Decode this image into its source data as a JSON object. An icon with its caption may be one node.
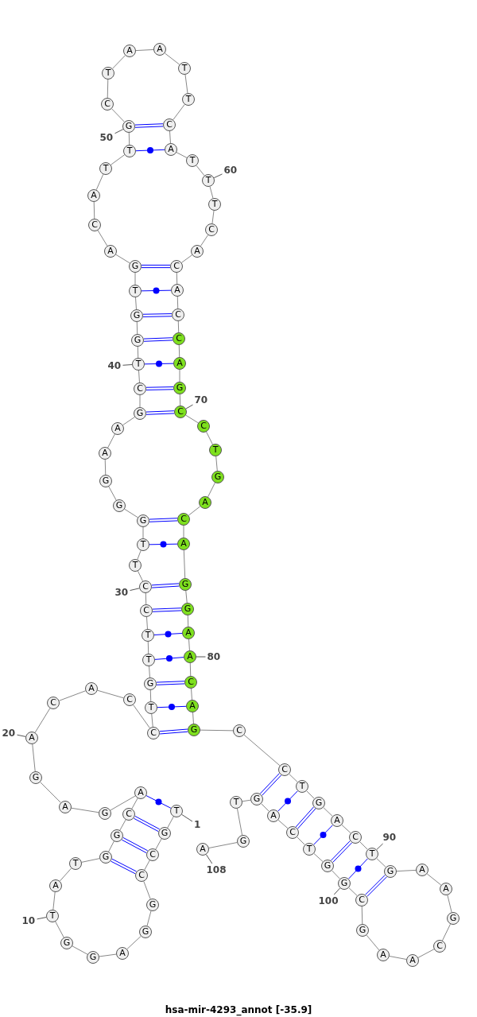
{
  "diagram": {
    "caption": "hsa-mir-4293_annot [-35.9]",
    "nodes": [
      {
        "text": [
          "T"
        ]
      },
      {
        "text": [
          "G"
        ]
      },
      {
        "text": [
          "C"
        ]
      },
      {
        "text": [
          "C"
        ]
      },
      {
        "text": [
          "G"
        ]
      },
      {
        "text": [
          "G"
        ]
      },
      {
        "text": [
          "A"
        ]
      },
      {
        "text": [
          "G"
        ]
      },
      {
        "text": [
          "G"
        ]
      },
      {
        "text": [
          "T"
        ]
      },
      {
        "text": [
          "A"
        ]
      },
      {
        "text": [
          "T"
        ]
      },
      {
        "text": [
          "G"
        ]
      },
      {
        "text": [
          "G"
        ]
      },
      {
        "text": [
          "C"
        ]
      },
      {
        "text": [
          "A"
        ]
      },
      {
        "text": [
          "G"
        ]
      },
      {
        "text": [
          "A"
        ]
      },
      {
        "text": [
          "G"
        ]
      },
      {
        "text": [
          "A"
        ]
      },
      {
        "text": [
          "C"
        ]
      },
      {
        "text": [
          "A"
        ]
      },
      {
        "text": [
          "C"
        ]
      },
      {
        "text": [
          "C"
        ]
      },
      {
        "text": [
          "T"
        ]
      },
      {
        "text": [
          "G"
        ]
      },
      {
        "text": [
          "T"
        ]
      },
      {
        "text": [
          "T"
        ]
      },
      {
        "text": [
          "C"
        ]
      },
      {
        "text": [
          "C"
        ]
      },
      {
        "text": [
          "T"
        ]
      },
      {
        "text": [
          "T"
        ]
      },
      {
        "text": [
          "G"
        ]
      },
      {
        "text": [
          "G"
        ]
      },
      {
        "text": [
          "G"
        ]
      },
      {
        "text": [
          "A"
        ]
      },
      {
        "text": [
          "A"
        ]
      },
      {
        "text": [
          "G"
        ]
      },
      {
        "text": [
          "C"
        ]
      },
      {
        "text": [
          "T"
        ]
      },
      {
        "text": [
          "G"
        ]
      },
      {
        "text": [
          "G"
        ]
      },
      {
        "text": [
          "T"
        ]
      },
      {
        "text": [
          "G"
        ]
      },
      {
        "text": [
          "A"
        ]
      },
      {
        "text": [
          "C"
        ]
      },
      {
        "text": [
          "A"
        ]
      },
      {
        "text": [
          "T"
        ]
      },
      {
        "text": [
          "T"
        ]
      },
      {
        "text": [
          "G"
        ]
      },
      {
        "text": [
          "C"
        ]
      },
      {
        "text": [
          "T"
        ]
      },
      {
        "text": [
          "A"
        ]
      },
      {
        "text": [
          "A"
        ]
      },
      {
        "text": [
          "T"
        ]
      },
      {
        "text": [
          "T"
        ]
      },
      {
        "text": [
          "C"
        ]
      },
      {
        "text": [
          "A"
        ]
      },
      {
        "text": [
          "T"
        ]
      },
      {
        "text": [
          "T"
        ]
      },
      {
        "text": [
          "T"
        ]
      },
      {
        "text": [
          "C"
        ]
      },
      {
        "text": [
          "A"
        ]
      },
      {
        "text": [
          "C"
        ]
      },
      {
        "text": [
          "A"
        ]
      },
      {
        "text": [
          "C"
        ]
      },
      {
        "text": [
          "C"
        ]
      },
      {
        "text": [
          "A"
        ]
      },
      {
        "text": [
          "G"
        ]
      },
      {
        "text": [
          "C"
        ]
      },
      {
        "text": [
          "C"
        ]
      },
      {
        "text": [
          "T"
        ]
      },
      {
        "text": [
          "G"
        ]
      },
      {
        "text": [
          "A"
        ]
      },
      {
        "text": [
          "C"
        ]
      },
      {
        "text": [
          "A"
        ]
      },
      {
        "text": [
          "G"
        ]
      },
      {
        "text": [
          "G"
        ]
      },
      {
        "text": [
          "A"
        ]
      },
      {
        "text": [
          "A"
        ]
      },
      {
        "text": [
          "C"
        ]
      },
      {
        "text": [
          "A"
        ]
      },
      {
        "text": [
          "G"
        ]
      },
      {
        "text": [
          "C"
        ]
      },
      {
        "text": [
          "C"
        ]
      },
      {
        "text": [
          "T"
        ]
      },
      {
        "text": [
          "G"
        ]
      },
      {
        "text": [
          "A"
        ]
      },
      {
        "text": [
          "C"
        ]
      },
      {
        "text": [
          "T"
        ]
      },
      {
        "text": [
          "G"
        ]
      },
      {
        "text": [
          "A"
        ]
      },
      {
        "text": [
          "A"
        ]
      },
      {
        "text": [
          "G"
        ]
      },
      {
        "text": [
          "C"
        ]
      },
      {
        "text": [
          "A"
        ]
      },
      {
        "text": [
          "A"
        ]
      },
      {
        "text": [
          "G"
        ]
      },
      {
        "text": [
          "C"
        ]
      },
      {
        "text": [
          "G"
        ]
      },
      {
        "text": [
          "G"
        ]
      },
      {
        "text": [
          "T"
        ]
      },
      {
        "text": [
          "C"
        ]
      },
      {
        "text": [
          "A"
        ]
      },
      {
        "text": [
          "G"
        ]
      },
      {
        "text": [
          "T"
        ]
      },
      {
        "text": [
          "G"
        ]
      },
      {
        "text": [
          "A"
        ]
      },
      {
        "text": [
          "1"
        ]
      },
      {
        "text": [
          "10"
        ]
      },
      {
        "text": [
          "20"
        ]
      },
      {
        "text": [
          "30"
        ]
      },
      {
        "text": [
          "40"
        ]
      },
      {
        "text": [
          "50"
        ]
      },
      {
        "text": [
          "60"
        ]
      },
      {
        "text": [
          "70"
        ]
      },
      {
        "text": [
          "80"
        ]
      },
      {
        "text": [
          "90"
        ]
      },
      {
        "text": [
          "100"
        ]
      },
      {
        "text": [
          "108"
        ]
      }
    ],
    "edges": [
      {
        "from": 0,
        "to": 1,
        "arrow": "none"
      },
      {
        "from": 1,
        "to": 2,
        "arrow": "none"
      },
      {
        "from": 2,
        "to": 3,
        "arrow": "none"
      },
      {
        "from": 3,
        "to": 4,
        "arrow": "none"
      },
      {
        "from": 4,
        "to": 5,
        "arrow": "none"
      },
      {
        "from": 5,
        "to": 6,
        "arrow": "none"
      },
      {
        "from": 6,
        "to": 7,
        "arrow": "none"
      },
      {
        "from": 7,
        "to": 8,
        "arrow": "none"
      },
      {
        "from": 8,
        "to": 9,
        "arrow": "none"
      },
      {
        "from": 9,
        "to": 10,
        "arrow": "none"
      },
      {
        "from": 10,
        "to": 11,
        "arrow": "none"
      },
      {
        "from": 11,
        "to": 12,
        "arrow": "none"
      },
      {
        "from": 12,
        "to": 13,
        "arrow": "none"
      },
      {
        "from": 13,
        "to": 14,
        "arrow": "none"
      },
      {
        "from": 14,
        "to": 15,
        "arrow": "none"
      },
      {
        "from": 15,
        "to": 16,
        "arrow": "none"
      },
      {
        "from": 16,
        "to": 17,
        "arrow": "none"
      },
      {
        "from": 17,
        "to": 18,
        "arrow": "none"
      },
      {
        "from": 18,
        "to": 19,
        "arrow": "none"
      },
      {
        "from": 19,
        "to": 20,
        "arrow": "none"
      },
      {
        "from": 20,
        "to": 21,
        "arrow": "none"
      },
      {
        "from": 21,
        "to": 22,
        "arrow": "none"
      },
      {
        "from": 22,
        "to": 23,
        "arrow": "none"
      },
      {
        "from": 23,
        "to": 24,
        "arrow": "none"
      },
      {
        "from": 24,
        "to": 25,
        "arrow": "none"
      },
      {
        "from": 25,
        "to": 26,
        "arrow": "none"
      },
      {
        "from": 26,
        "to": 27,
        "arrow": "none"
      },
      {
        "from": 27,
        "to": 28,
        "arrow": "none"
      },
      {
        "from": 28,
        "to": 29,
        "arrow": "none"
      },
      {
        "from": 29,
        "to": 30,
        "arrow": "none"
      },
      {
        "from": 30,
        "to": 31,
        "arrow": "none"
      },
      {
        "from": 31,
        "to": 32,
        "arrow": "none"
      },
      {
        "from": 32,
        "to": 33,
        "arrow": "none"
      },
      {
        "from": 33,
        "to": 34,
        "arrow": "none"
      },
      {
        "from": 34,
        "to": 35,
        "arrow": "none"
      },
      {
        "from": 35,
        "to": 36,
        "arrow": "none"
      },
      {
        "from": 36,
        "to": 37,
        "arrow": "none"
      },
      {
        "from": 37,
        "to": 38,
        "arrow": "none"
      },
      {
        "from": 38,
        "to": 39,
        "arrow": "none"
      },
      {
        "from": 39,
        "to": 40,
        "arrow": "none"
      },
      {
        "from": 40,
        "to": 41,
        "arrow": "none"
      },
      {
        "from": 41,
        "to": 42,
        "arrow": "none"
      },
      {
        "from": 42,
        "to": 43,
        "arrow": "none"
      },
      {
        "from": 43,
        "to": 44,
        "arrow": "none"
      },
      {
        "from": 44,
        "to": 45,
        "arrow": "none"
      },
      {
        "from": 45,
        "to": 46,
        "arrow": "none"
      },
      {
        "from": 46,
        "to": 47,
        "arrow": "none"
      },
      {
        "from": 47,
        "to": 48,
        "arrow": "none"
      },
      {
        "from": 48,
        "to": 49,
        "arrow": "none"
      },
      {
        "from": 49,
        "to": 50,
        "arrow": "none"
      },
      {
        "from": 50,
        "to": 51,
        "arrow": "none"
      },
      {
        "from": 51,
        "to": 52,
        "arrow": "none"
      },
      {
        "from": 52,
        "to": 53,
        "arrow": "none"
      },
      {
        "from": 53,
        "to": 54,
        "arrow": "none"
      },
      {
        "from": 54,
        "to": 55,
        "arrow": "none"
      },
      {
        "from": 55,
        "to": 56,
        "arrow": "none"
      },
      {
        "from": 56,
        "to": 57,
        "arrow": "none"
      },
      {
        "from": 57,
        "to": 58,
        "arrow": "none"
      },
      {
        "from": 58,
        "to": 59,
        "arrow": "none"
      },
      {
        "from": 59,
        "to": 60,
        "arrow": "none"
      },
      {
        "from": 60,
        "to": 61,
        "arrow": "none"
      },
      {
        "from": 61,
        "to": 62,
        "arrow": "none"
      },
      {
        "from": 62,
        "to": 63,
        "arrow": "none"
      },
      {
        "from": 63,
        "to": 64,
        "arrow": "none"
      },
      {
        "from": 64,
        "to": 65,
        "arrow": "none"
      },
      {
        "from": 65,
        "to": 66,
        "arrow": "none"
      },
      {
        "from": 66,
        "to": 67,
        "arrow": "none"
      },
      {
        "from": 67,
        "to": 68,
        "arrow": "none"
      },
      {
        "from": 68,
        "to": 69,
        "arrow": "none"
      },
      {
        "from": 69,
        "to": 70,
        "arrow": "none"
      },
      {
        "from": 70,
        "to": 71,
        "arrow": "none"
      },
      {
        "from": 71,
        "to": 72,
        "arrow": "none"
      },
      {
        "from": 72,
        "to": 73,
        "arrow": "none"
      },
      {
        "from": 73,
        "to": 74,
        "arrow": "none"
      },
      {
        "from": 74,
        "to": 75,
        "arrow": "none"
      },
      {
        "from": 75,
        "to": 76,
        "arrow": "none"
      },
      {
        "from": 76,
        "to": 77,
        "arrow": "none"
      },
      {
        "from": 77,
        "to": 78,
        "arrow": "none"
      },
      {
        "from": 78,
        "to": 79,
        "arrow": "none"
      },
      {
        "from": 79,
        "to": 80,
        "arrow": "none"
      },
      {
        "from": 80,
        "to": 81,
        "arrow": "none"
      },
      {
        "from": 81,
        "to": 82,
        "arrow": "none"
      },
      {
        "from": 82,
        "to": 83,
        "arrow": "none"
      },
      {
        "from": 83,
        "to": 84,
        "arrow": "none"
      },
      {
        "from": 84,
        "to": 85,
        "arrow": "none"
      },
      {
        "from": 85,
        "to": 86,
        "arrow": "none"
      },
      {
        "from": 86,
        "to": 87,
        "arrow": "none"
      },
      {
        "from": 87,
        "to": 88,
        "arrow": "none"
      },
      {
        "from": 88,
        "to": 89,
        "arrow": "none"
      },
      {
        "from": 89,
        "to": 90,
        "arrow": "none"
      },
      {
        "from": 90,
        "to": 91,
        "arrow": "none"
      },
      {
        "from": 91,
        "to": 92,
        "arrow": "none"
      },
      {
        "from": 92,
        "to": 93,
        "arrow": "none"
      },
      {
        "from": 93,
        "to": 94,
        "arrow": "none"
      },
      {
        "from": 94,
        "to": 95,
        "arrow": "none"
      },
      {
        "from": 95,
        "to": 96,
        "arrow": "none"
      },
      {
        "from": 96,
        "to": 97,
        "arrow": "none"
      },
      {
        "from": 97,
        "to": 98,
        "arrow": "none"
      },
      {
        "from": 98,
        "to": 99,
        "arrow": "none"
      },
      {
        "from": 99,
        "to": 100,
        "arrow": "none"
      },
      {
        "from": 100,
        "to": 101,
        "arrow": "none"
      },
      {
        "from": 101,
        "to": 102,
        "arrow": "none"
      },
      {
        "from": 102,
        "to": 103,
        "arrow": "none"
      },
      {
        "from": 103,
        "to": 104,
        "arrow": "none"
      },
      {
        "from": 104,
        "to": 105,
        "arrow": "none"
      },
      {
        "from": 105,
        "to": 106,
        "arrow": "none"
      },
      {
        "from": 106,
        "to": 107,
        "arrow": "none"
      },
      {
        "from": 0,
        "to": 15,
        "arrow": "none",
        "color": "#0000ff"
      },
      {
        "from": 1,
        "to": 14,
        "arrow": "none",
        "color": "#0000ff"
      },
      {
        "from": 2,
        "to": 13,
        "arrow": "none",
        "color": "#0000ff"
      },
      {
        "from": 3,
        "to": 12,
        "arrow": "none",
        "color": "#0000ff"
      },
      {
        "from": 23,
        "to": 82,
        "arrow": "none",
        "color": "#0000ff"
      },
      {
        "from": 24,
        "to": 81,
        "arrow": "none",
        "color": "#0000ff"
      },
      {
        "from": 25,
        "to": 80,
        "arrow": "none",
        "color": "#0000ff"
      },
      {
        "from": 26,
        "to": 79,
        "arrow": "none",
        "color": "#0000ff"
      },
      {
        "from": 27,
        "to": 78,
        "arrow": "none",
        "color": "#0000ff"
      },
      {
        "from": 28,
        "to": 77,
        "arrow": "none",
        "color": "#0000ff"
      },
      {
        "from": 29,
        "to": 76,
        "arrow": "none",
        "color": "#0000ff"
      },
      {
        "from": 31,
        "to": 75,
        "arrow": "none",
        "color": "#0000ff"
      },
      {
        "from": 32,
        "to": 74,
        "arrow": "none",
        "color": "#0000ff"
      },
      {
        "from": 37,
        "to": 69,
        "arrow": "none",
        "color": "#0000ff"
      },
      {
        "from": 38,
        "to": 68,
        "arrow": "none",
        "color": "#0000ff"
      },
      {
        "from": 39,
        "to": 67,
        "arrow": "none",
        "color": "#0000ff"
      },
      {
        "from": 40,
        "to": 66,
        "arrow": "none",
        "color": "#0000ff"
      },
      {
        "from": 41,
        "to": 65,
        "arrow": "none",
        "color": "#0000ff"
      },
      {
        "from": 42,
        "to": 64,
        "arrow": "none",
        "color": "#0000ff"
      },
      {
        "from": 43,
        "to": 63,
        "arrow": "none",
        "color": "#0000ff"
      },
      {
        "from": 48,
        "to": 57,
        "arrow": "none",
        "color": "#0000ff"
      },
      {
        "from": 49,
        "to": 56,
        "arrow": "none",
        "color": "#0000ff"
      },
      {
        "from": 84,
        "to": 104,
        "arrow": "none",
        "color": "#0000ff"
      },
      {
        "from": 85,
        "to": 103,
        "arrow": "none",
        "color": "#0000ff"
      },
      {
        "from": 86,
        "to": 102,
        "arrow": "none",
        "color": "#0000ff"
      },
      {
        "from": 87,
        "to": 101,
        "arrow": "none",
        "color": "#0000ff"
      },
      {
        "from": 88,
        "to": 100,
        "arrow": "none",
        "color": "#0000ff"
      },
      {
        "from": 89,
        "to": 99,
        "arrow": "none",
        "color": "#0000ff"
      },
      {
        "from": 90,
        "to": 98,
        "arrow": "none",
        "color": "#0000ff"
      },
      {
        "from": 108,
        "to": 0,
        "arrow": "none"
      },
      {
        "from": 109,
        "to": 9,
        "arrow": "none"
      },
      {
        "from": 110,
        "to": 19,
        "arrow": "none"
      },
      {
        "from": 111,
        "to": 29,
        "arrow": "none"
      },
      {
        "from": 112,
        "to": 39,
        "arrow": "none"
      },
      {
        "from": 113,
        "to": 49,
        "arrow": "none"
      },
      {
        "from": 114,
        "to": 59,
        "arrow": "none"
      },
      {
        "from": 115,
        "to": 69,
        "arrow": "none"
      },
      {
        "from": 116,
        "to": 79,
        "arrow": "none"
      },
      {
        "from": 117,
        "to": 89,
        "arrow": "none"
      },
      {
        "from": 118,
        "to": 99,
        "arrow": "none"
      },
      {
        "from": 119,
        "to": 107,
        "arrow": "none"
      }
    ]
  }
}
